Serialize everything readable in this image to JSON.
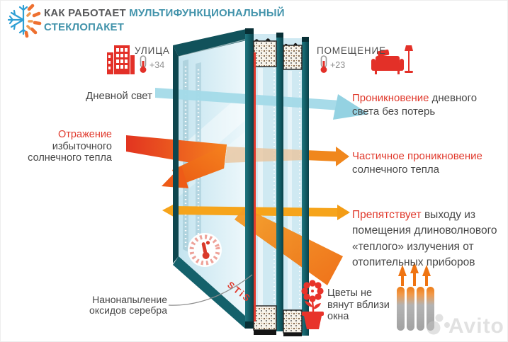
{
  "header": {
    "title_prefix": "КАК РАБОТАЕТ",
    "title_accent": "МУЛЬТИФУНКЦИОНАЛЬНЫЙ СТЕКЛОПАКЕТ"
  },
  "environment": {
    "outside_label": "УЛИЦА",
    "outside_temp": "+34",
    "inside_label": "ПОМЕЩЕНИЕ",
    "inside_temp": "+23"
  },
  "annotations": {
    "daylight": "Дневной свет",
    "penetration_accent": "Проникновение",
    "penetration_rest": "дневного света без потерь",
    "reflection_accent": "Отражение",
    "reflection_rest": "избыточного солнечного тепла",
    "partial_accent": "Частичное проникновение",
    "partial_rest": "солнечного тепла",
    "barrier_accent": "Препятствует",
    "barrier_rest": "выходу из помещения длиноволнового «теплого» излучения от отопительных приборов",
    "coating": "Нанонапыление оксидов серебра",
    "flowers": "Цветы не вянут вблизи окна"
  },
  "glazing": {
    "brand": "STiS"
  },
  "watermark": {
    "text": "Avito"
  },
  "icons": {
    "logo": "snowflake-sun-icon",
    "outside": "building-icon",
    "inside": "sofa-lamp-icon",
    "temperature": "thermometer-icon",
    "flowers": "flower-pot-icon",
    "heating": "radiator-icon",
    "watermark": "avito-logo-icon"
  },
  "colors": {
    "accent_red": "#e0392c",
    "title_teal": "#4293ab",
    "text_dark": "#474747",
    "frame_teal": "#135f68",
    "arrow_orange": "#f08220",
    "arrow_yellow": "#f6a41b",
    "arrow_blue": "#9fd8e7",
    "icon_red": "#e33028"
  }
}
